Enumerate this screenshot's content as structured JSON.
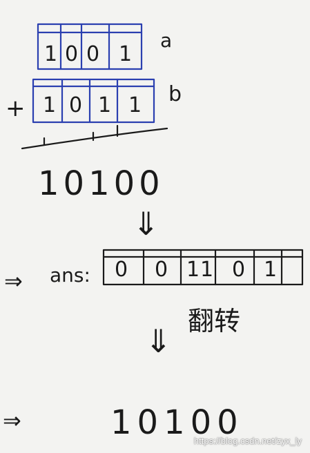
{
  "photo": {
    "background_color": "#f3f3f1",
    "ink_blue": "#2a3fb0",
    "ink_black": "#1a1a1a"
  },
  "register_a": {
    "bits": [
      "1",
      "0",
      "0",
      "1"
    ],
    "label": "a"
  },
  "register_b": {
    "sign": "+",
    "bits": [
      "1",
      "0",
      "1",
      "1"
    ],
    "label": "b"
  },
  "sum_result": "10100",
  "arrow_down": "⇓",
  "ans_row": {
    "arrow": "⇒",
    "label": "ans:",
    "bits": [
      "0",
      "0",
      "1",
      "1",
      "0",
      "1"
    ]
  },
  "reverse_step": {
    "arrow": "⇓",
    "label": "翻转"
  },
  "final_row": {
    "arrow": "⇒",
    "value": "10100"
  },
  "watermark": "https://blog.csdn.net/zyx_ly"
}
